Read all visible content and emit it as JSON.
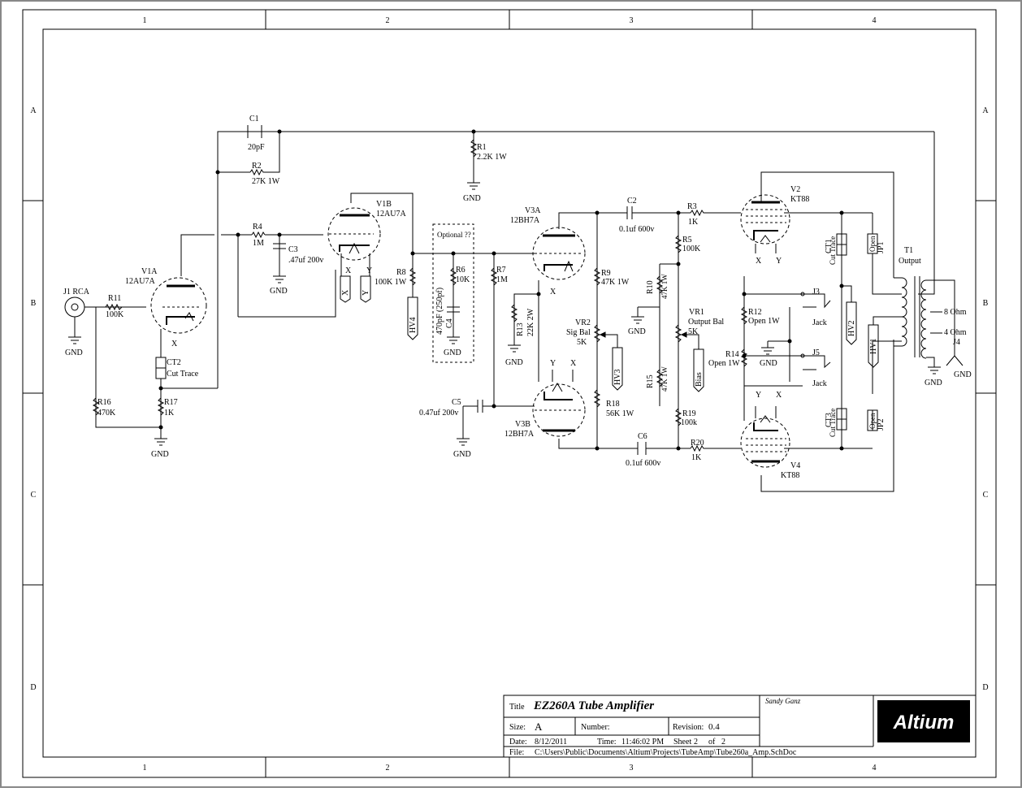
{
  "frame": {
    "columns": [
      "1",
      "2",
      "3",
      "4"
    ],
    "rows": [
      "A",
      "B",
      "C",
      "D"
    ]
  },
  "title_block": {
    "title_label": "Title",
    "title": "EZ260A Tube Amplifier",
    "author": "Sandy Ganz",
    "size_label": "Size:",
    "size": "A",
    "number_label": "Number:",
    "revision_label": "Revision:",
    "revision": "0.4",
    "date_label": "Date:",
    "date": "8/12/2011",
    "time_label": "Time:",
    "time": "11:46:02 PM",
    "sheet_label": "Sheet",
    "sheet": "2",
    "of_label": "of",
    "sheets": "2",
    "file_label": "File:",
    "file": "C:\\Users\\Public\\Documents\\Altium\\Projects\\TubeAmp\\Tube260a_Amp.SchDoc",
    "logo": "Altium"
  },
  "labels": {
    "c1": "C1",
    "c1v": "20pF",
    "r1": "R1",
    "r1v": "2.2K 1W",
    "r2": "R2",
    "r2v": "27K 1W",
    "r3": "R3",
    "r3v": "1K",
    "r4": "R4",
    "r4v": "1M",
    "c3": "C3",
    "c3v": ".47uf 200v",
    "v1b": "V1B",
    "v1bt": "12AU7A",
    "v1a": "V1A",
    "v1at": "12AU7A",
    "j1": "J1 RCA",
    "r11": "R11",
    "r11v": "100K",
    "r8": "R8",
    "r8v": "100K 1W",
    "optional": "Optional ??",
    "r6": "R6",
    "r6v": "10K",
    "c4": "C4",
    "c4v": "470pF (250pf)",
    "r7": "R7",
    "r7v": "1M",
    "v3a": "V3A",
    "v3at": "12BH7A",
    "c2": "C2",
    "c2v": "0.1uf 600v",
    "r5": "R5",
    "r5v": "100K",
    "r9": "R9",
    "r9v": "47K 1W",
    "r10": "R10",
    "r10v": "47K 1W",
    "vr2": "VR2",
    "vr2t": "Sig Bal",
    "vr2v": "5K",
    "vr1": "VR1",
    "vr1t": "Output Bal",
    "vr1v": "5K",
    "r13": "R13",
    "r13v": "22K 2W",
    "r15": "R15",
    "r15v": "47K 1W",
    "r18": "R18",
    "r18v": "56K 1W",
    "r19": "R19",
    "r19v": "100k",
    "c5": "C5",
    "c5v": "0.47uf 200v",
    "v3b": "V3B",
    "v3bt": "12BH7A",
    "c6": "C6",
    "c6v": "0.1uf 600v",
    "r20": "R20",
    "r20v": "1K",
    "v2": "V2",
    "v2t": "KT88",
    "v4": "V4",
    "v4t": "KT88",
    "ct1": "CT1",
    "ct1v": "Cut Trace",
    "ct2": "CT2",
    "ct2v": "Cut Trace",
    "ct3": "CT3",
    "ct3v": "Cut Trace",
    "jp1": "JP1",
    "jp2": "JP2",
    "open": "Open",
    "t1": "T1",
    "t1v": "Output",
    "j3": "J3",
    "j5": "J5",
    "jack": "Jack",
    "r12": "R12",
    "r12v": "Open 1W",
    "r14": "R14",
    "r14v": "Open 1W",
    "r16": "R16",
    "r16v": "470K",
    "r17": "R17",
    "r17v": "1K",
    "gnd": "GND",
    "hv1": "HV1",
    "hv2": "HV2",
    "hv3": "HV3",
    "hv4": "HV4",
    "bias": "Bias",
    "x": "X",
    "y": "Y",
    "ohm8": "8 Ohm",
    "ohm4": "4 Ohm",
    "j4": "J4"
  }
}
